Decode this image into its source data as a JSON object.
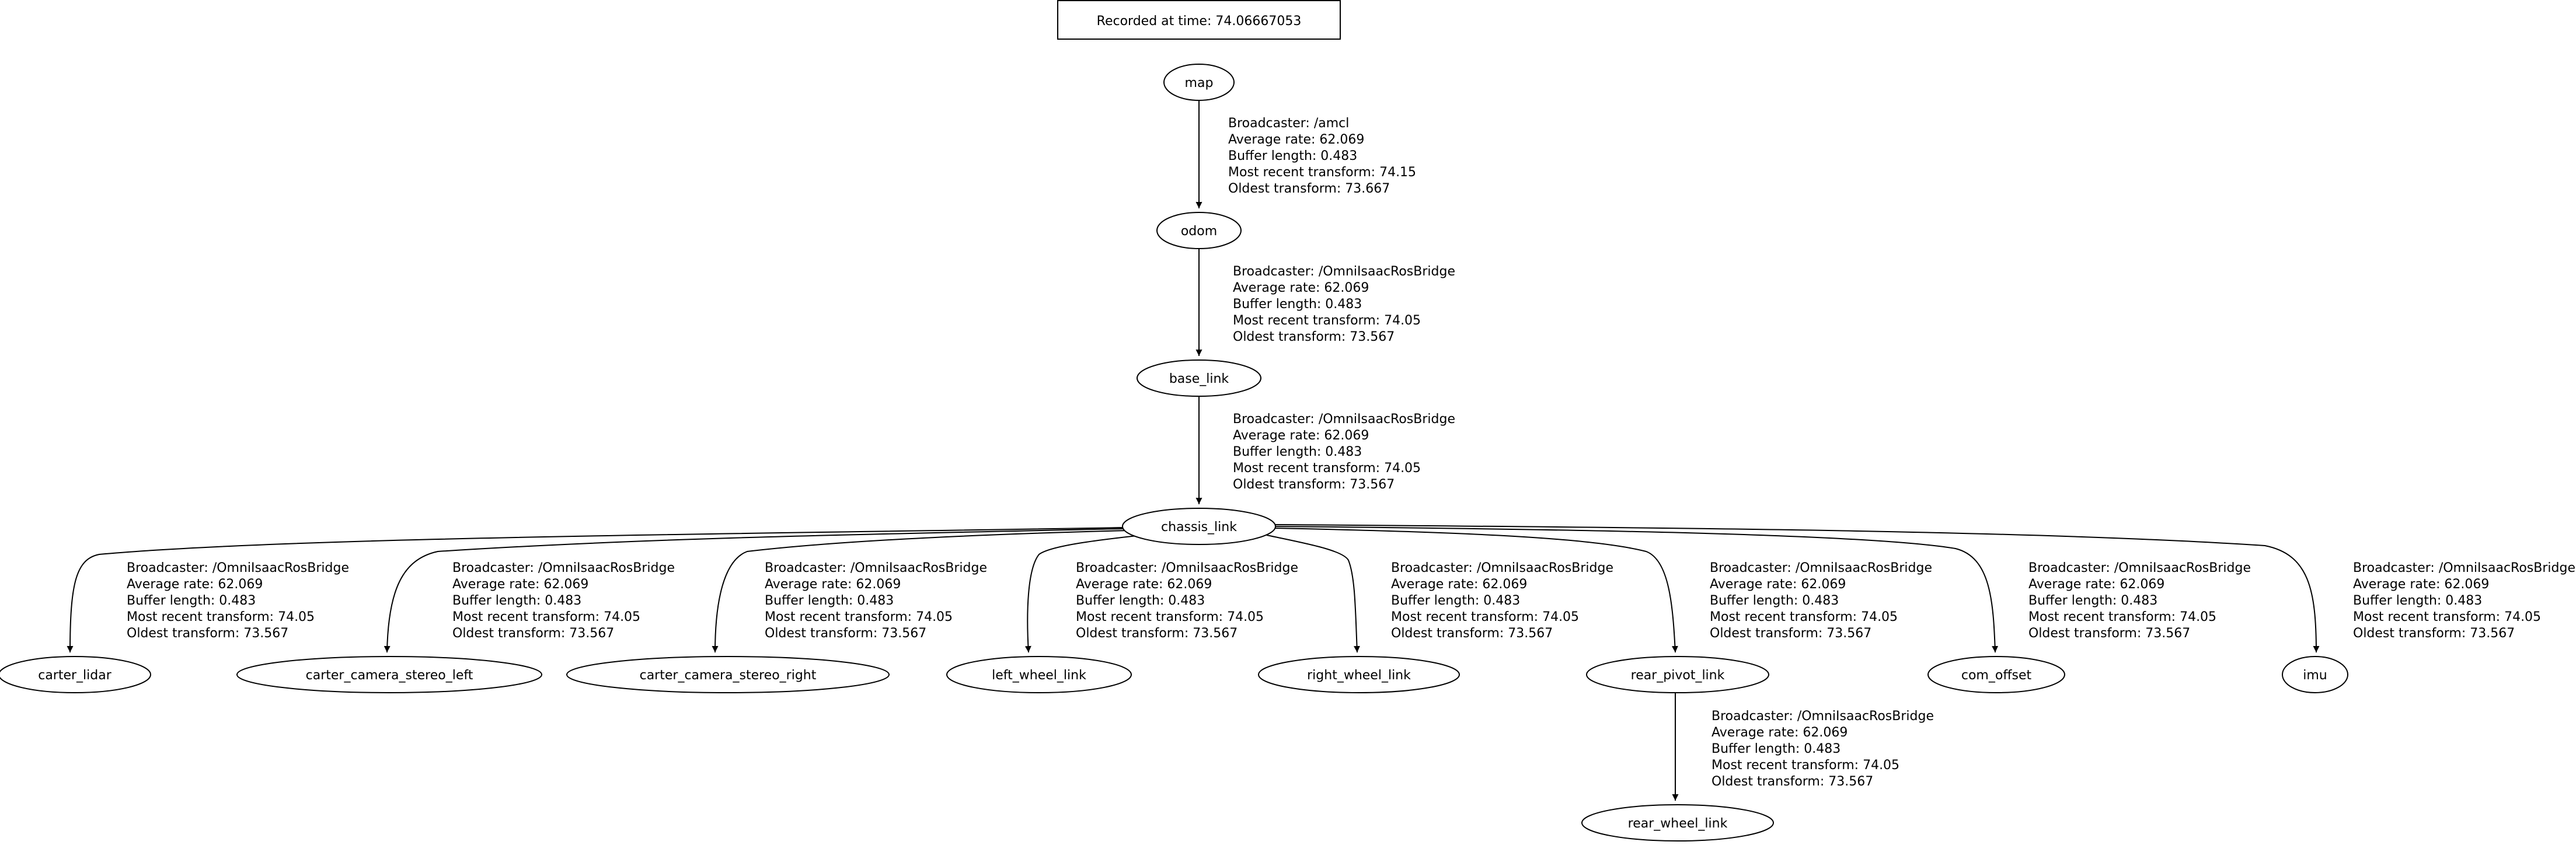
{
  "header": {
    "recorded_label": "Recorded at time: 74.06667053"
  },
  "nodes": {
    "map": "map",
    "odom": "odom",
    "base_link": "base_link",
    "chassis_link": "chassis_link",
    "carter_lidar": "carter_lidar",
    "carter_camera_stereo_left": "carter_camera_stereo_left",
    "carter_camera_stereo_right": "carter_camera_stereo_right",
    "left_wheel_link": "left_wheel_link",
    "right_wheel_link": "right_wheel_link",
    "rear_pivot_link": "rear_pivot_link",
    "com_offset": "com_offset",
    "imu": "imu",
    "rear_wheel_link": "rear_wheel_link"
  },
  "edges": {
    "map_odom": {
      "broadcaster": "Broadcaster: /amcl",
      "average_rate": "Average rate: 62.069",
      "buffer_length": "Buffer length: 0.483",
      "most_recent": "Most recent transform: 74.15",
      "oldest": "Oldest transform: 73.667"
    },
    "odom_base_link": {
      "broadcaster": "Broadcaster: /OmniIsaacRosBridge",
      "average_rate": "Average rate: 62.069",
      "buffer_length": "Buffer length: 0.483",
      "most_recent": "Most recent transform: 74.05",
      "oldest": "Oldest transform: 73.567"
    },
    "base_link_chassis_link": {
      "broadcaster": "Broadcaster: /OmniIsaacRosBridge",
      "average_rate": "Average rate: 62.069",
      "buffer_length": "Buffer length: 0.483",
      "most_recent": "Most recent transform: 74.05",
      "oldest": "Oldest transform: 73.567"
    },
    "chassis_carter_lidar": {
      "broadcaster": "Broadcaster: /OmniIsaacRosBridge",
      "average_rate": "Average rate: 62.069",
      "buffer_length": "Buffer length: 0.483",
      "most_recent": "Most recent transform: 74.05",
      "oldest": "Oldest transform: 73.567"
    },
    "chassis_stereo_left": {
      "broadcaster": "Broadcaster: /OmniIsaacRosBridge",
      "average_rate": "Average rate: 62.069",
      "buffer_length": "Buffer length: 0.483",
      "most_recent": "Most recent transform: 74.05",
      "oldest": "Oldest transform: 73.567"
    },
    "chassis_stereo_right": {
      "broadcaster": "Broadcaster: /OmniIsaacRosBridge",
      "average_rate": "Average rate: 62.069",
      "buffer_length": "Buffer length: 0.483",
      "most_recent": "Most recent transform: 74.05",
      "oldest": "Oldest transform: 73.567"
    },
    "chassis_left_wheel": {
      "broadcaster": "Broadcaster: /OmniIsaacRosBridge",
      "average_rate": "Average rate: 62.069",
      "buffer_length": "Buffer length: 0.483",
      "most_recent": "Most recent transform: 74.05",
      "oldest": "Oldest transform: 73.567"
    },
    "chassis_right_wheel": {
      "broadcaster": "Broadcaster: /OmniIsaacRosBridge",
      "average_rate": "Average rate: 62.069",
      "buffer_length": "Buffer length: 0.483",
      "most_recent": "Most recent transform: 74.05",
      "oldest": "Oldest transform: 73.567"
    },
    "chassis_rear_pivot": {
      "broadcaster": "Broadcaster: /OmniIsaacRosBridge",
      "average_rate": "Average rate: 62.069",
      "buffer_length": "Buffer length: 0.483",
      "most_recent": "Most recent transform: 74.05",
      "oldest": "Oldest transform: 73.567"
    },
    "chassis_com_offset": {
      "broadcaster": "Broadcaster: /OmniIsaacRosBridge",
      "average_rate": "Average rate: 62.069",
      "buffer_length": "Buffer length: 0.483",
      "most_recent": "Most recent transform: 74.05",
      "oldest": "Oldest transform: 73.567"
    },
    "chassis_imu": {
      "broadcaster": "Broadcaster: /OmniIsaacRosBridge",
      "average_rate": "Average rate: 62.069",
      "buffer_length": "Buffer length: 0.483",
      "most_recent": "Most recent transform: 74.05",
      "oldest": "Oldest transform: 73.567"
    },
    "rear_pivot_rear_wheel": {
      "broadcaster": "Broadcaster: /OmniIsaacRosBridge",
      "average_rate": "Average rate: 62.069",
      "buffer_length": "Buffer length: 0.483",
      "most_recent": "Most recent transform: 74.05",
      "oldest": "Oldest transform: 73.567"
    }
  }
}
